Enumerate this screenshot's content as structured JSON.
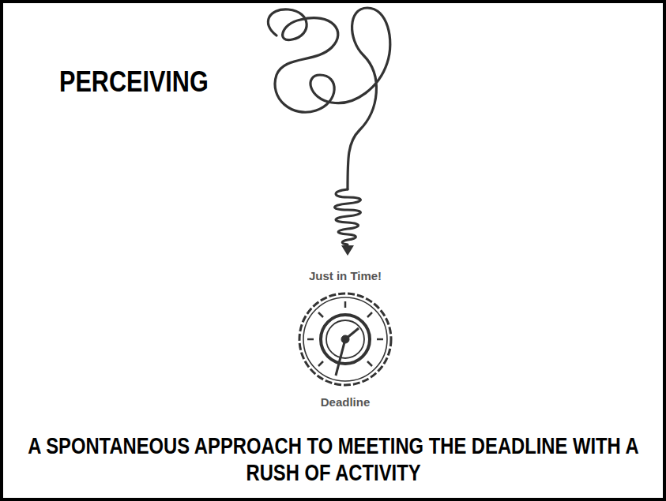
{
  "diagram": {
    "title": "PERCEIVING",
    "caption": "A SPONTANEOUS APPROACH TO MEETING THE DEADLINE WITH A RUSH OF ACTIVITY",
    "labels": [
      "Just in Time!",
      "Deadline"
    ]
  }
}
